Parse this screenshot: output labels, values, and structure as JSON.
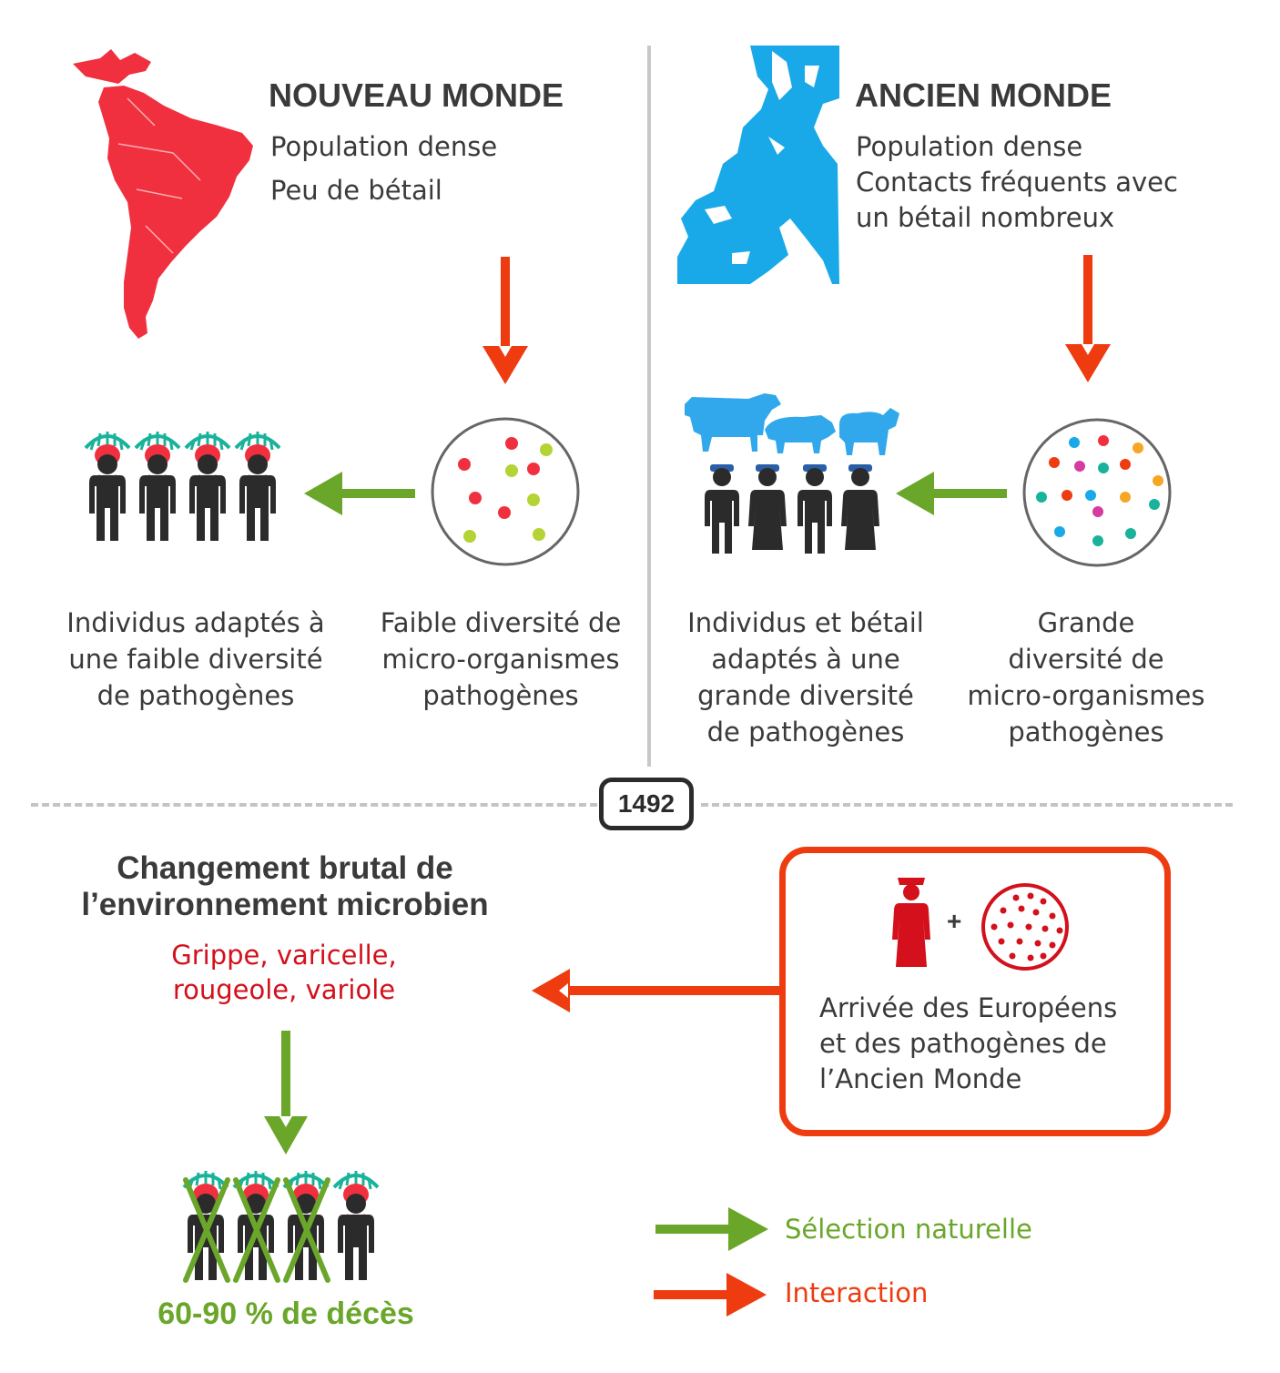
{
  "colors": {
    "red_arrow": "#ee3b10",
    "green_arrow": "#6aa62a",
    "new_world_map": "#f0303f",
    "old_world_map": "#19a9e8",
    "livestock": "#31a8ec",
    "dark_text": "#3a3a3a",
    "disease_red": "#d3101b",
    "frame_red": "#ee3b10"
  },
  "new_world": {
    "title": "NOUVEAU MONDE",
    "lines": [
      "Population dense",
      "Peu de bétail"
    ],
    "people_caption": [
      "Individus adaptés à",
      "une faible diversité",
      "de pathogènes"
    ],
    "microbe_caption": [
      "Faible diversité de",
      "micro-organismes",
      "pathogènes"
    ]
  },
  "old_world": {
    "title": "ANCIEN MONDE",
    "lines": [
      "Population dense",
      "Contacts fréquents avec",
      "un bétail nombreux"
    ],
    "people_caption": [
      "Individus et bétail",
      "adaptés à une",
      "grande diversité",
      "de pathogènes"
    ],
    "microbe_caption": [
      "Grande",
      "diversité de",
      "micro-organismes",
      "pathogènes"
    ]
  },
  "year_badge": "1492",
  "change": {
    "title": [
      "Changement brutal de",
      "l’environnement microbien"
    ],
    "diseases": [
      "Grippe, varicelle,",
      "rougeole, variole"
    ],
    "deaths": "60-90 % de décès"
  },
  "arrival": {
    "plus": "+",
    "lines": [
      "Arrivée des Européens",
      "et des pathogènes de",
      "l’Ancien Monde"
    ]
  },
  "legend": {
    "natural_selection": "Sélection naturelle",
    "interaction": "Interaction"
  }
}
